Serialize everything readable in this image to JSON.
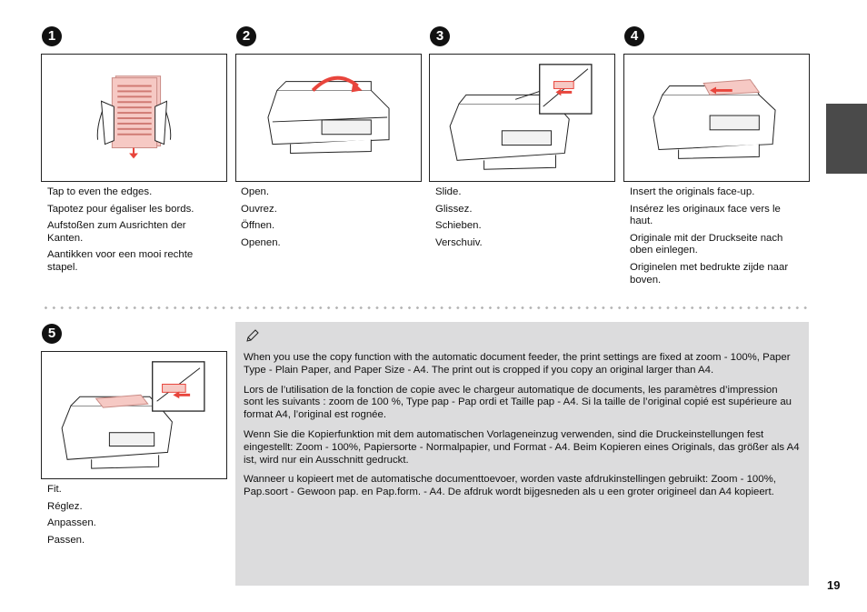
{
  "steps": [
    {
      "number": "1",
      "lines": [
        "Tap to even the edges.",
        "Tapotez pour égaliser les bords.",
        "Aufstoßen zum Ausrichten der Kanten.",
        "Aantikken voor een mooi rechte stapel."
      ]
    },
    {
      "number": "2",
      "lines": [
        "Open.",
        "Ouvrez.",
        "Öffnen.",
        "Openen."
      ]
    },
    {
      "number": "3",
      "lines": [
        "Slide.",
        "Glissez.",
        "Schieben.",
        "Verschuiv."
      ]
    },
    {
      "number": "4",
      "lines": [
        "Insert the originals face-up.",
        "Insérez les originaux face vers le haut.",
        "Originale mit der Druckseite nach oben einlegen.",
        "Originelen met bedrukte zijde naar boven."
      ]
    },
    {
      "number": "5",
      "lines": [
        "Fit.",
        "Réglez.",
        "Anpassen.",
        "Passen."
      ]
    }
  ],
  "note": {
    "icon": "pencil-icon",
    "paragraphs": [
      "When you use the copy function with the automatic document feeder, the print settings are fixed at zoom - 100%, Paper Type - Plain Paper, and Paper Size - A4. The print out is cropped if you copy an original larger than A4.",
      "Lors de l’utilisation de la fonction de copie avec le chargeur automatique de documents, les paramètres d’impression sont les suivants : zoom de 100 %, Type pap - Pap ordi et Taille pap - A4. Si la taille de l’original copié est supérieure au format A4, l’original est rognée.",
      "Wenn Sie die Kopierfunktion mit dem automatischen Vorlageneinzug verwenden, sind die Druckeinstellungen fest eingestellt: Zoom - 100%, Papiersorte - Normalpapier, und Format - A4. Beim Kopieren eines Originals, das größer als A4 ist, wird nur ein Ausschnitt gedruckt.",
      "Wanneer u kopieert met de automatische documenttoevoer, worden vaste afdrukinstellingen gebruikt: Zoom - 100%, Pap.soort - Gewoon pap. en Pap.form. - A4. De afdruk wordt bijgesneden als u een groter origineel dan A4 kopieert."
    ]
  },
  "colors": {
    "accent": "#e8453c",
    "paper": "#f6c9c4",
    "note_bg": "#dcdcdd",
    "tab": "#4a4a4a"
  },
  "page_number": "19"
}
